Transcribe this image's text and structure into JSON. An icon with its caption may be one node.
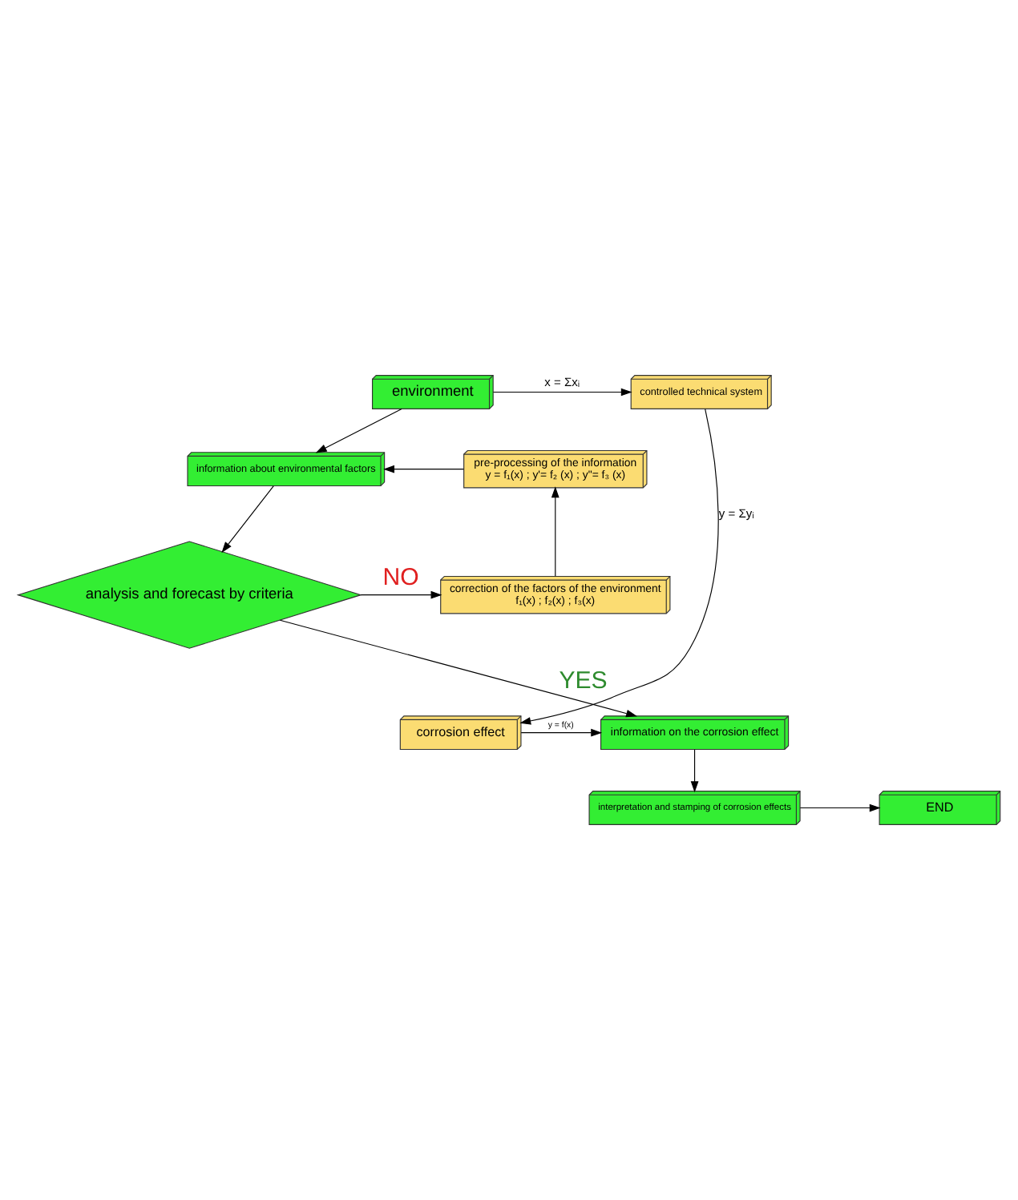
{
  "diagram": {
    "nodes": [
      {
        "text": [
          "environment"
        ]
      },
      {
        "text": [
          "controlled technical system"
        ]
      },
      {
        "text": [
          "information about environmental factors"
        ]
      },
      {
        "text": [
          "pre-processing of the information",
          "y = f₁(x) ; y'= f₂ (x) ; y\"= f₃ (x)"
        ]
      },
      {
        "text": [
          "analysis and forecast by criteria"
        ]
      },
      {
        "text": [
          "correction of the factors of the environment",
          "f₁(x) ; f₂(x) ; f₃(x)"
        ]
      },
      {
        "text": [
          "corrosion effect"
        ]
      },
      {
        "text": [
          "information on the corrosion effect"
        ]
      },
      {
        "text": [
          "interpretation and stamping of corrosion effects"
        ]
      },
      {
        "text": [
          "END"
        ]
      }
    ],
    "edges": [
      {
        "from": 0,
        "to": 1,
        "arrow": "to",
        "label": "x = Σxᵢ"
      },
      {
        "from": 0,
        "to": 2,
        "arrow": "to"
      },
      {
        "from": 3,
        "to": 2,
        "arrow": "to"
      },
      {
        "from": 2,
        "to": 4,
        "arrow": "to"
      },
      {
        "from": 4,
        "to": 5,
        "arrow": "to",
        "label": "NO"
      },
      {
        "from": 5,
        "to": 3,
        "arrow": "to"
      },
      {
        "from": 1,
        "to": 6,
        "arrow": "to",
        "label": "y = Σyᵢ"
      },
      {
        "from": 4,
        "to": 7,
        "arrow": "to",
        "label": "YES"
      },
      {
        "from": 6,
        "to": 7,
        "arrow": "to",
        "label": "y = f(x)"
      },
      {
        "from": 7,
        "to": 8,
        "arrow": "to"
      },
      {
        "from": 8,
        "to": 9,
        "arrow": "to"
      }
    ]
  }
}
